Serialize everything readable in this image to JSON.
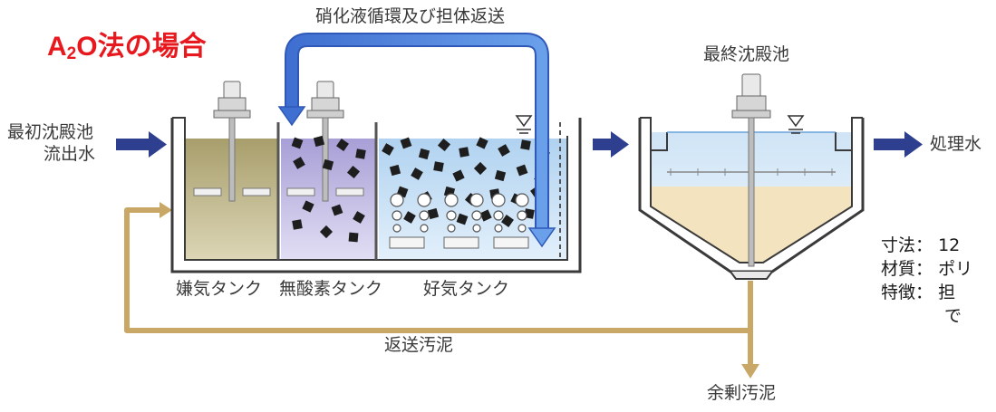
{
  "title": {
    "prefix": "A",
    "subscript": "2",
    "suffix": "O法の場合"
  },
  "labels": {
    "recycle": "硝化液循環及び担体返送",
    "final_clarifier": "最終沈殿池",
    "influent_line1": "最初沈殿池",
    "influent_line2": "流出水",
    "effluent": "処理水",
    "anaerobic_tank": "嫌気タンク",
    "anoxic_tank": "無酸素タンク",
    "aerobic_tank": "好気タンク",
    "return_sludge": "返送汚泥",
    "excess_sludge": "余剰汚泥"
  },
  "specs": [
    {
      "key": "寸法：",
      "value": "12"
    },
    {
      "key": "材質：",
      "value": "ポリ"
    },
    {
      "key": "特徴：",
      "value": "担"
    },
    {
      "key": "",
      "value": "で"
    }
  ],
  "colors": {
    "title": "#e8191e",
    "flow_arrow": "#2e3f8f",
    "recycle_arrow": "#4d7fdc",
    "return_sludge": "#c9a867",
    "anaerobic_water": "#c4bb8d",
    "anoxic_water": "#c4bde6",
    "aerobic_water": "#c5def4",
    "sludge": "#f3e3bf"
  }
}
